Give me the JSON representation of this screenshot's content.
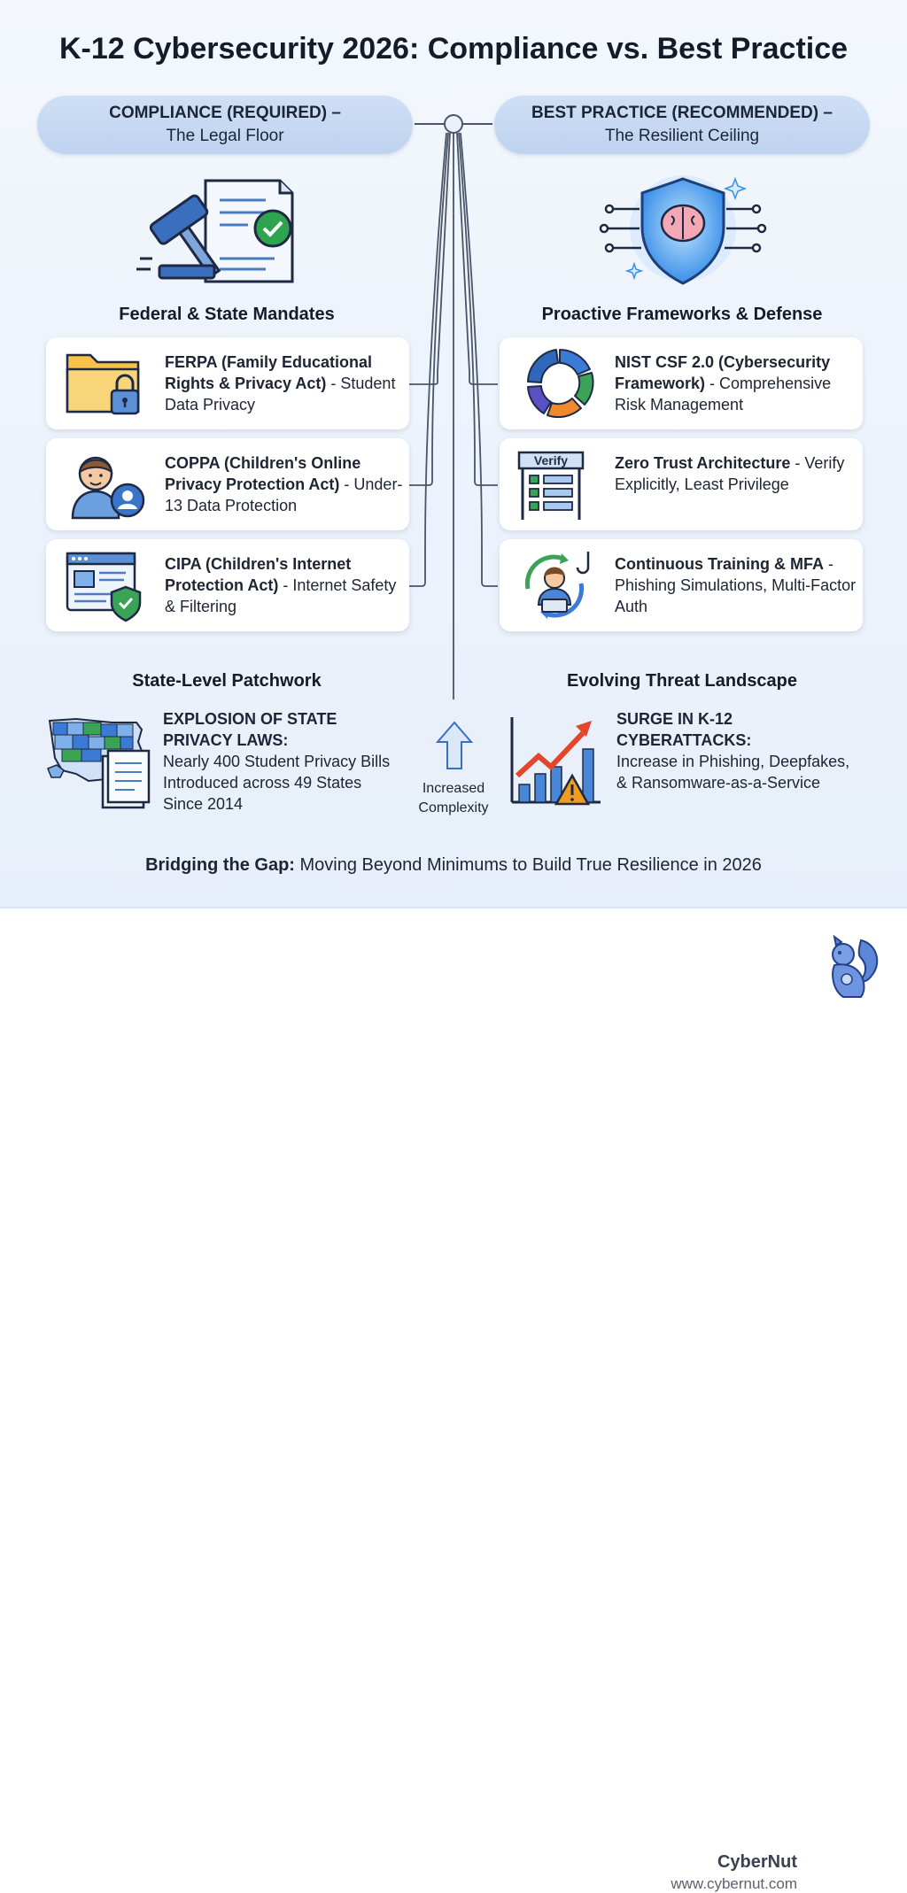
{
  "title": "K-12 Cybersecurity 2026: Compliance vs. Best Practice",
  "left": {
    "pill_line1": "COMPLIANCE (REQUIRED) –",
    "pill_line2": "The Legal Floor",
    "icon": "gavel-document-check-icon",
    "section_title": "Federal & State Mandates",
    "cards": [
      {
        "title": "FERPA (Family Educational Rights & Privacy Act)",
        "sep": " - ",
        "desc": "Student Data Privacy",
        "icon": "folder-lock-icon"
      },
      {
        "title": "COPPA (Children's Online Privacy Protection Act)",
        "sep": " - ",
        "desc": "Under-13 Data Protection",
        "icon": "child-profile-icon"
      },
      {
        "title": "CIPA (Children's Internet Protection Act)",
        "sep": " - ",
        "desc": "Internet Safety & Filtering",
        "icon": "browser-shield-icon"
      }
    ],
    "bottom_title": "State-Level Patchwork",
    "bottom_head": "EXPLOSION OF STATE PRIVACY LAWS:",
    "bottom_desc": "Nearly 400 Student Privacy Bills Introduced across 49 States Since 2014",
    "bottom_icon": "us-map-documents-icon"
  },
  "right": {
    "pill_line1": "BEST PRACTICE (RECOMMENDED) –",
    "pill_line2": "The Resilient Ceiling",
    "icon": "brain-shield-icon",
    "section_title": "Proactive Frameworks & Defense",
    "cards": [
      {
        "title": "NIST CSF 2.0 (Cybersecurity Framework)",
        "sep": " - ",
        "desc": "Comprehensive Risk Management",
        "icon": "framework-cycle-icon"
      },
      {
        "title": "Zero Trust Architecture",
        "sep": " - ",
        "desc": "Verify Explicitly, Least Privilege",
        "icon": "verify-gate-icon",
        "icon_label": "Verify"
      },
      {
        "title": "Continuous Training & MFA",
        "sep": " - ",
        "desc": "Phishing Simulations, Multi-Factor Auth",
        "icon": "user-training-cycle-icon"
      }
    ],
    "bottom_title": "Evolving Threat Landscape",
    "bottom_head": "SURGE IN K-12 CYBERATTACKS:",
    "bottom_desc": "Increase in Phishing, Deepfakes, & Ransomware-as-a-Service",
    "bottom_icon": "rising-chart-warning-icon"
  },
  "center": {
    "arrow_label_1": "Increased",
    "arrow_label_2": "Complexity",
    "icon": "up-arrow-icon"
  },
  "bottom": {
    "bold": "Bridging the Gap:",
    "text": " Moving Beyond Minimums to Build True Resilience in 2026"
  },
  "footer": {
    "brand": "CyberNut",
    "url": "www.cybernut.com",
    "icon": "squirrel-logo-icon"
  },
  "colors": {
    "accent_blue": "#3a7bd5",
    "check_green": "#2ea44f",
    "warning_orange": "#f29c1f",
    "chart_red": "#e4462b"
  }
}
